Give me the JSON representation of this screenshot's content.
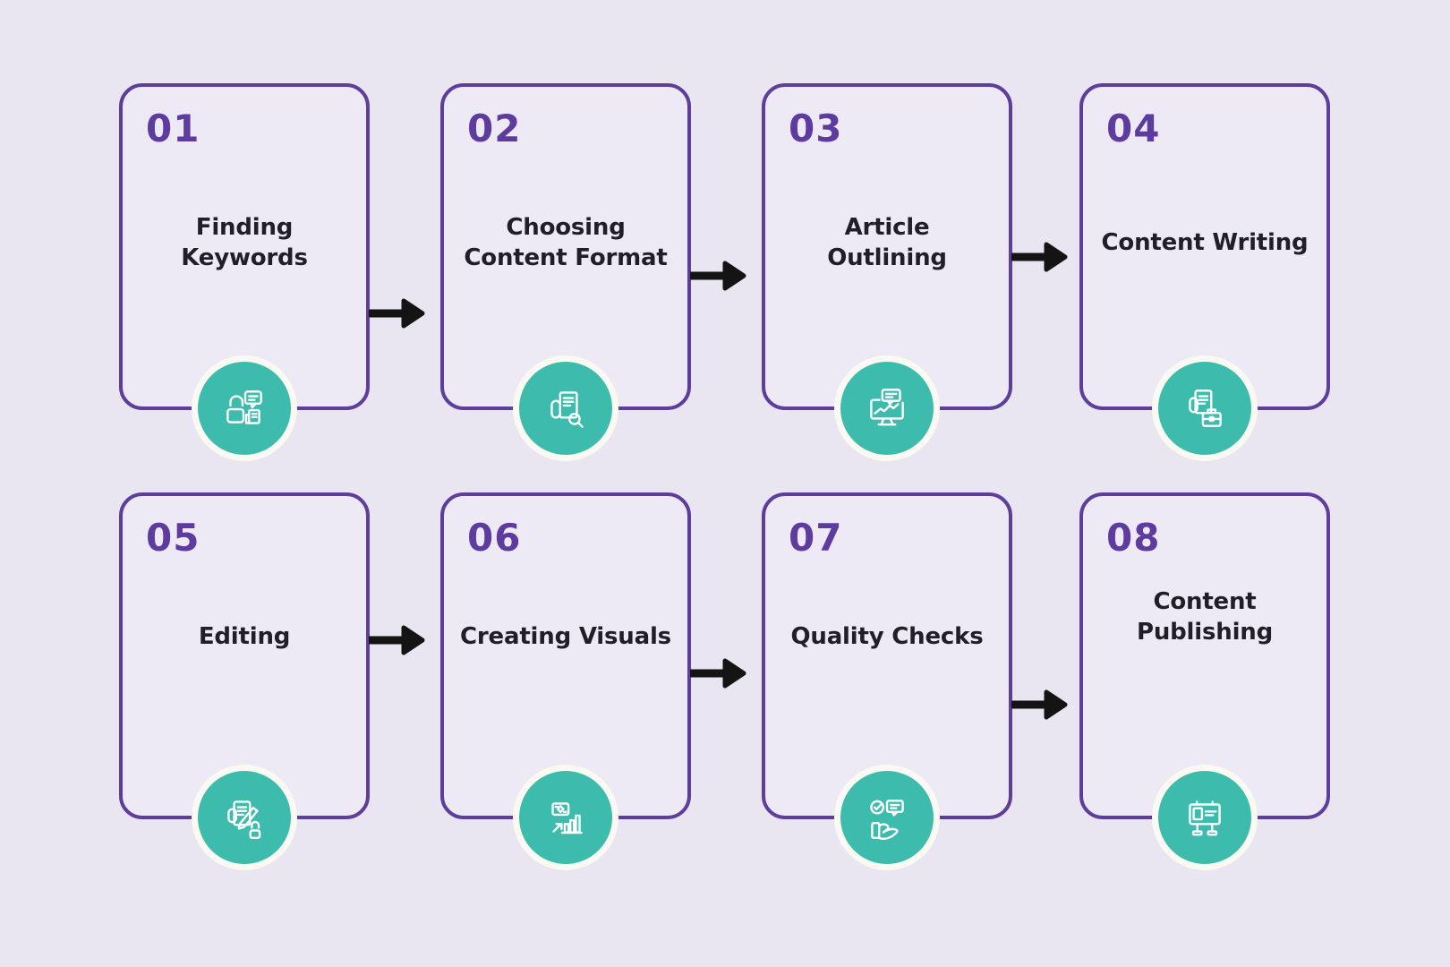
{
  "workflow": {
    "steps": [
      {
        "number": "01",
        "title": "Finding Keywords",
        "lines": [
          "Finding",
          "Keywords"
        ],
        "icon": "finding-keywords-icon"
      },
      {
        "number": "02",
        "title": "Choosing Content Format",
        "lines": [
          "Choosing",
          "Content Format"
        ],
        "icon": "choosing-content-format-icon"
      },
      {
        "number": "03",
        "title": "Article Outlining",
        "lines": [
          "Article",
          "Outlining"
        ],
        "icon": "article-outlining-icon"
      },
      {
        "number": "04",
        "title": "Content Writing",
        "lines": [
          "Content Writing"
        ],
        "icon": "content-writing-icon"
      },
      {
        "number": "05",
        "title": "Editing",
        "lines": [
          "Editing"
        ],
        "icon": "editing-icon"
      },
      {
        "number": "06",
        "title": "Creating Visuals",
        "lines": [
          "Creating Visuals"
        ],
        "icon": "creating-visuals-icon"
      },
      {
        "number": "07",
        "title": "Quality Checks",
        "lines": [
          "Quality Checks"
        ],
        "icon": "quality-checks-icon"
      },
      {
        "number": "08",
        "title": "Content Publishing",
        "lines": [
          "Content",
          "Publishing"
        ],
        "icon": "content-publishing-icon"
      }
    ],
    "connectors": [
      {
        "from": "01",
        "to": "02"
      },
      {
        "from": "02",
        "to": "03"
      },
      {
        "from": "03",
        "to": "04"
      },
      {
        "from": "05",
        "to": "06"
      },
      {
        "from": "06",
        "to": "07"
      },
      {
        "from": "07",
        "to": "08"
      }
    ]
  },
  "palette": {
    "background": "#e9e5f1",
    "card_fill": "#edeaf5",
    "card_border": "#5d3e9b",
    "step_number": "#5e3b9e",
    "title_text": "#211e2b",
    "icon_circle": "#3dbcae",
    "icon_ring": "#fafaf2",
    "icon_stroke": "#ffffff",
    "arrow": "#141414"
  }
}
